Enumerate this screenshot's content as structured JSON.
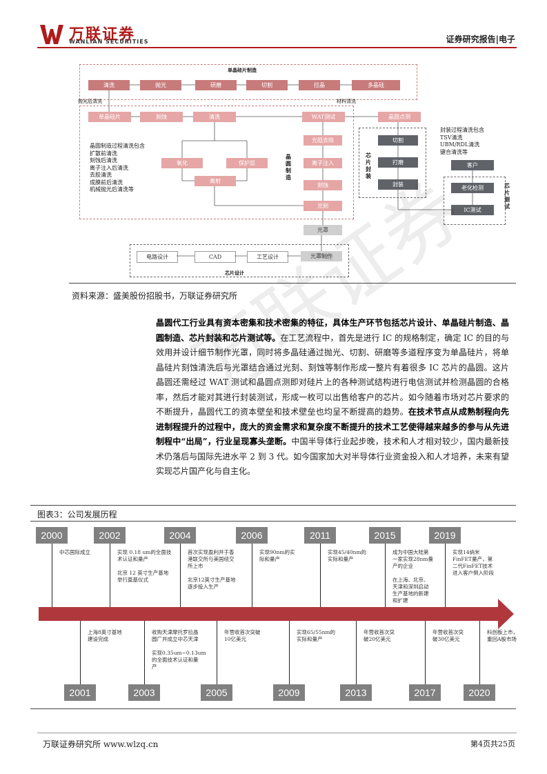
{
  "header": {
    "logo_cn": "万联证券",
    "logo_en": "WANLIAN SECURITIES",
    "report_type": "证券研究报告|电子"
  },
  "diagram": {
    "single_wafer_title": "单晶硅片制造",
    "top_row": [
      "清洗",
      "抛光",
      "研磨",
      "切割",
      "拉晶",
      "多晶硅"
    ],
    "label_polish_clean": "抛光后清洗",
    "label_material_clean": "材料清洗",
    "wafer_row": [
      "单晶硅片",
      "刻蚀",
      "清洗"
    ],
    "wat": "WAT测试",
    "wafer_probe": "晶圆点测",
    "fab_steps": [
      "光阻去除",
      "离子注入",
      "刻蚀",
      "光刻"
    ],
    "branches": [
      "氧化",
      "保护层",
      "离射"
    ],
    "fab_notes": "晶圆制造过程清洗包含\n扩散前清洗\n刻蚀后清洗\n离子注入后清洗\n去胶清洗\n成膜前后清洗\n机械抛光后清洗等",
    "fab_label": "晶圆制造",
    "package_steps": [
      "切割",
      "打磨",
      "封装"
    ],
    "package_label": "芯片封装",
    "package_notes": "封装过程清洗包含\nTSV清洗\nUBM/RDL清洗\n键合清洗等",
    "test_steps": [
      "客户",
      "老化检测",
      "IC测试"
    ],
    "test_label": "芯片测试",
    "mask": "光罩",
    "design_steps": [
      "电路设计",
      "CAD",
      "工艺设计",
      "光罩制作"
    ],
    "design_label": "芯片设计"
  },
  "source": "资料来源：盛美股份招股书，万联证券研究所",
  "paragraph": {
    "p1_bold": "晶圆代工行业具有资本密集和技术密集的特征，具体生产环节包括芯片设计、单晶硅片制造、晶圆制造、芯片封装和芯片测试等。",
    "p1_rest": "在工艺流程中，首先是进行 IC 的规格制定，确定 IC 的目的与效用并设计细节制作光罩，同时将多晶硅通过抛光、切割、研磨等多道程序变为单晶硅片，将单晶硅片刻蚀清洗后与光罩结合通过光刻、刻蚀等制作形成一整片有着很多 IC 芯片的晶圆。这片晶圆还需经过 WAT 测试和晶圆点测即对硅片上的各种测试结构进行电信测试并检测晶圆的合格率，然后才能对其进行封装测试，形成一枚可以出售给客户的芯片。如今随着市场对芯片要求的不断提升，晶圆代工的资本壁垒和技术壁垒也均呈不断提高的趋势。",
    "p2_bold": "在技术节点从成熟制程向先进制程提升的过程中，庞大的资金需求和复杂度不断提升的技术工艺使得越来越多的参与从先进制程中“出局”，行业呈现寡头垄断。",
    "p2_rest": "中国半导体行业起步晚，技术和人才相对较少，国内最新技术仍落后与国际先进水平 2 到 3 代。如今国家加大对半导体行业资金投入和人才培养，未来有望实现芯片国产化与自主化。"
  },
  "figure_title": "图表3：公司发展历程",
  "timeline": {
    "top": [
      {
        "year": "2000",
        "text": "中芯国际成立"
      },
      {
        "year": "2002",
        "text": "实现 0.18 um的全面技\n术认证和量产\n\n北京 12 英寸生产基地\n举行奠基仪式"
      },
      {
        "year": "2004",
        "text": "首次实现盈利并于香\n港联交所与美国纽交\n所上市\n\n北京12英寸生产基地\n逐步投入生产"
      },
      {
        "year": "2006",
        "text": "实现90nm的实\n际和量产"
      },
      {
        "year": "2011",
        "text": "实现45/40nm的\n实际和量产"
      },
      {
        "year": "2015",
        "text": "成为中国大陆第\n一家实现28nm量\n产的企业\n\n在上海、北京、\n天津和深圳启动\n生产基地的新建\n和扩建"
      },
      {
        "year": "2019",
        "text": "实现14纳米\nFinFET量产，第\n二代FinFET技术\n进入客户倒入阶段"
      }
    ],
    "bottom": [
      {
        "year": "2001",
        "text": "上海8英寸基地\n建设完成"
      },
      {
        "year": "2003",
        "text": "收购天津摩托罗拉晶\n圆厂并成立中芯天津\n\n实现0.35um~0.13um\n的全面技术认证和量\n产"
      },
      {
        "year": "2005",
        "text": "年营收首次突破\n10亿美元"
      },
      {
        "year": "2009",
        "text": "实现65/55nm的\n实际和量产"
      },
      {
        "year": "2013",
        "text": "年营收首次突\n破20亿美元"
      },
      {
        "year": "2017",
        "text": "年营收首次突\n破30亿美元"
      },
      {
        "year": "2020",
        "text": "科创板上市，\n重回A股市场"
      }
    ]
  },
  "footer": {
    "left": "万联证券研究所 www.wlzq.cn",
    "right": "第4页共25页"
  },
  "watermark": "万联证券",
  "colors": {
    "brand": "#b01a1a",
    "arrow": "#b0383d",
    "year_box": "#808080"
  }
}
